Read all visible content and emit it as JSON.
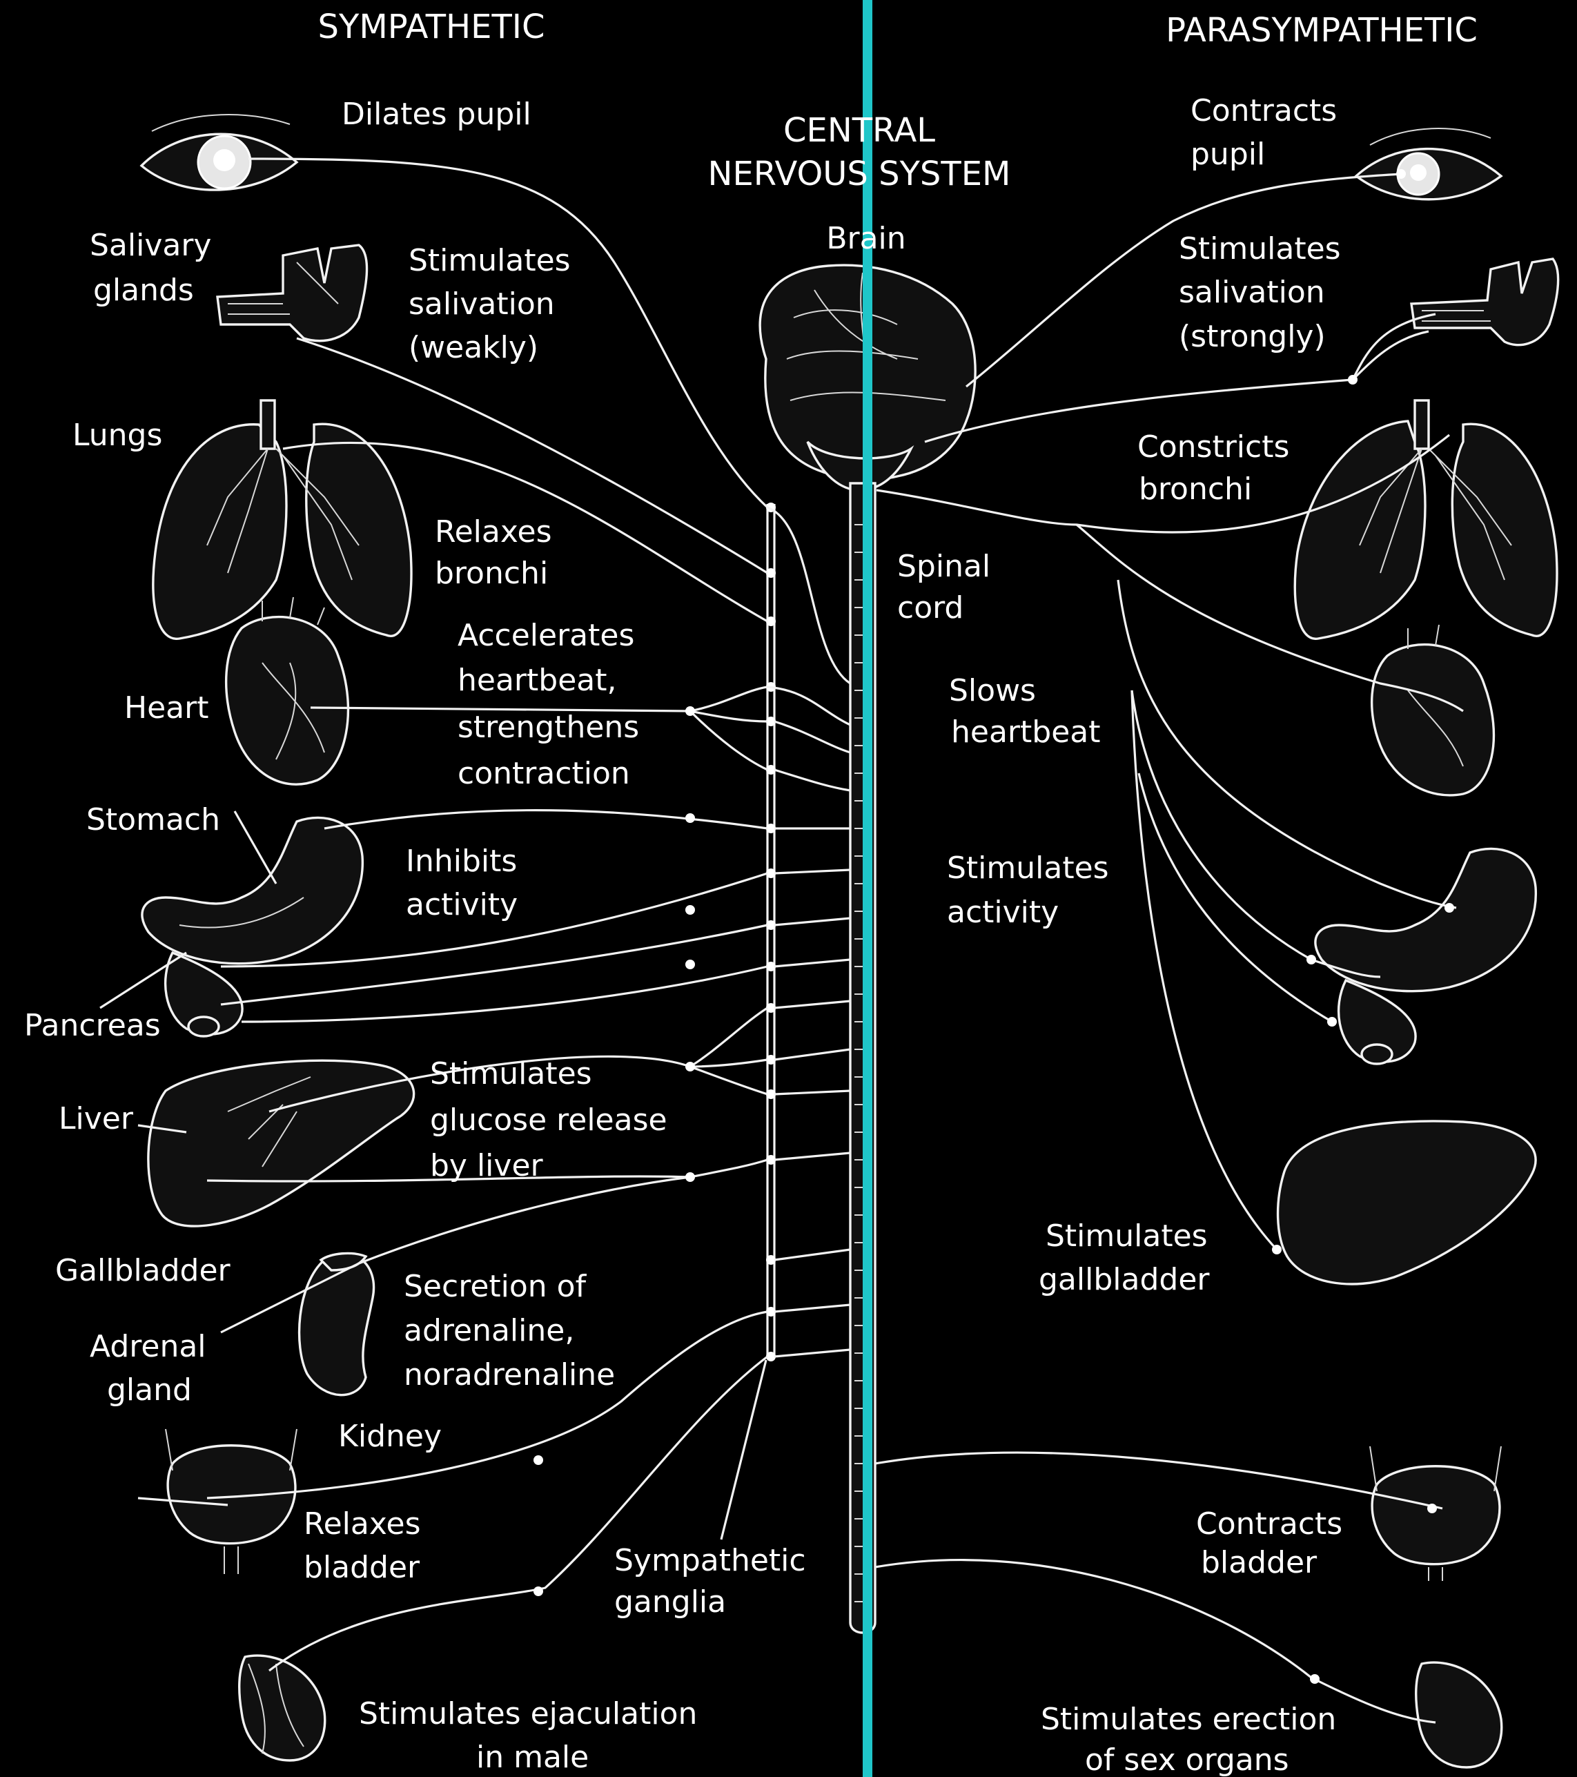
{
  "headers": {
    "sympathetic": "SYMPATHETIC",
    "parasympathetic": "PARASYMPATHETIC",
    "cns": [
      "CENTRAL",
      "NERVOUS SYSTEM"
    ]
  },
  "structures": {
    "brain": "Brain",
    "spinal_cord": [
      "Spinal",
      "cord"
    ],
    "sympathetic_ganglia": [
      "Sympathetic",
      "ganglia"
    ]
  },
  "organs": {
    "salivary_glands": [
      "Salivary",
      "glands"
    ],
    "lungs": "Lungs",
    "heart": "Heart",
    "stomach": "Stomach",
    "pancreas": "Pancreas",
    "liver": "Liver",
    "gallbladder": "Gallbladder",
    "adrenal_gland": [
      "Adrenal",
      "gland"
    ],
    "kidney": "Kidney"
  },
  "sympathetic_effects": {
    "eye": "Dilates pupil",
    "salivary": [
      "Stimulates",
      "salivation",
      "(weakly)"
    ],
    "lungs": [
      "Relaxes",
      "bronchi"
    ],
    "heart": [
      "Accelerates",
      "heartbeat,",
      "strengthens",
      "contraction"
    ],
    "stomach": [
      "Inhibits",
      "activity"
    ],
    "liver": [
      "Stimulates",
      "glucose release",
      "by liver"
    ],
    "adrenal": [
      "Secretion of",
      "adrenaline,",
      "noradrenaline"
    ],
    "bladder": [
      "Relaxes",
      "bladder"
    ],
    "sex": [
      "Stimulates ejaculation",
      "in male"
    ]
  },
  "parasympathetic_effects": {
    "eye": [
      "Contracts",
      "pupil"
    ],
    "salivary": [
      "Stimulates",
      "salivation",
      "(strongly)"
    ],
    "lungs": [
      "Constricts",
      "bronchi"
    ],
    "heart": [
      "Slows",
      "heartbeat"
    ],
    "stomach": [
      "Stimulates",
      "activity"
    ],
    "gallbladder": [
      "Stimulates",
      "gallbladder"
    ],
    "bladder": [
      "Contracts",
      "bladder"
    ],
    "sex": [
      "Stimulates erection",
      "of sex organs"
    ]
  },
  "colors": {
    "background": "#000000",
    "ink": "#ffffff",
    "divider": "#1fc6c9"
  }
}
